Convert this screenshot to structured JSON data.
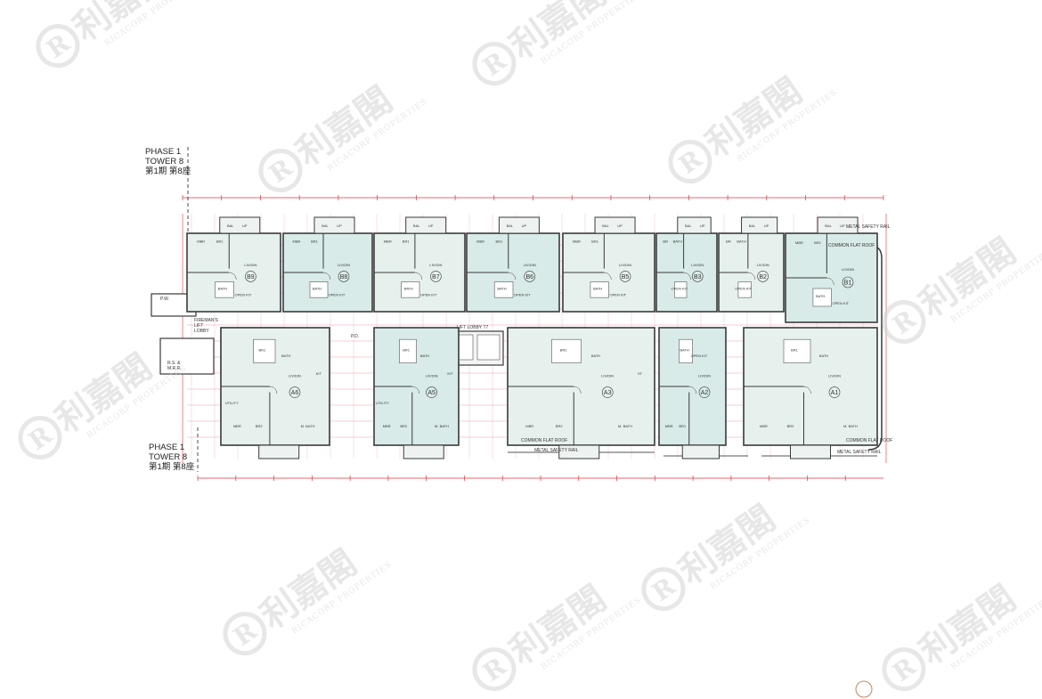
{
  "tower_labels": {
    "top": {
      "phase": "PHASE 1",
      "tower": "TOWER 8",
      "chinese": "第1期 第8座"
    },
    "bottom": {
      "phase": "PHASE 1",
      "tower": "TOWER 8",
      "chinese": "第1期 第8座"
    }
  },
  "areas": {
    "fireman_lobby": "FIREMAN'S LIFT LOBBY",
    "lift_lobby": "LIFT LOBBY T7",
    "common_flat_roof": "COMMON FLAT ROOF",
    "metal_safety_rail": "METAL SAFETY RAIL",
    "rs_mrr": "R.S. & M.R.R.",
    "pd": "P.D.",
    "pw": "P.W."
  },
  "units_top": [
    {
      "id": "B9",
      "rooms": [
        "LIV/DIN",
        "MBR",
        "BR1",
        "BATH",
        "OPEN KIT",
        "BAL",
        "UP"
      ]
    },
    {
      "id": "B8",
      "rooms": [
        "LIV/DIN",
        "MBR",
        "BR1",
        "BATH",
        "OPEN KIT",
        "BAL",
        "UP"
      ]
    },
    {
      "id": "B7",
      "rooms": [
        "LIV/DIN",
        "MBR",
        "BR1",
        "BATH",
        "OPEN KIT",
        "BAL",
        "UP"
      ]
    },
    {
      "id": "B6",
      "rooms": [
        "LIV/DIN",
        "MBR",
        "BR1",
        "BATH",
        "OPEN KIT",
        "BAL",
        "UP"
      ]
    },
    {
      "id": "B5",
      "rooms": [
        "LIV/DIN",
        "MBR",
        "BR1",
        "BATH",
        "OPEN KIT",
        "BAL",
        "UP"
      ]
    },
    {
      "id": "B3",
      "rooms": [
        "LIV/DIN",
        "BR",
        "BATH",
        "OPEN KIT",
        "BAL",
        "UP"
      ]
    },
    {
      "id": "B2",
      "rooms": [
        "LIV/DIN",
        "BR",
        "BATH",
        "OPEN KIT",
        "BAL",
        "UP"
      ]
    },
    {
      "id": "B1",
      "rooms": [
        "LIV/DIN",
        "MBR",
        "BR1",
        "BATH",
        "OPEN KIT",
        "BAL",
        "UP"
      ]
    }
  ],
  "units_bottom": [
    {
      "id": "A6",
      "rooms": [
        "LIV/DIN",
        "MBR",
        "BR2",
        "BR1",
        "BATH",
        "M. BATH",
        "KIT",
        "UTILITY"
      ]
    },
    {
      "id": "A5",
      "rooms": [
        "LIV/DIN",
        "MBR",
        "BR2",
        "BR1",
        "BATH",
        "M. BATH",
        "KIT",
        "UTILITY"
      ]
    },
    {
      "id": "A3",
      "rooms": [
        "LIV/DIN",
        "MBR",
        "BR2",
        "BR1",
        "BATH",
        "M. BATH",
        "ST"
      ]
    },
    {
      "id": "A2",
      "rooms": [
        "LIV/DIN",
        "MBR",
        "BR1",
        "BATH",
        "OPEN KIT"
      ]
    },
    {
      "id": "A1",
      "rooms": [
        "LIV/DIN",
        "MBR",
        "BR2",
        "BR1",
        "BATH",
        "M. BATH"
      ]
    }
  ],
  "watermark": {
    "chinese": "利嘉閣",
    "english": "RICACORP PROPERTIES"
  },
  "colors": {
    "wall": "#3a3a3a",
    "dimension": "#e0343c",
    "unit_fill": "#e6f1ee",
    "unit_fill_alt": "#d8ebe8",
    "watermark": "#d4d4d4"
  }
}
